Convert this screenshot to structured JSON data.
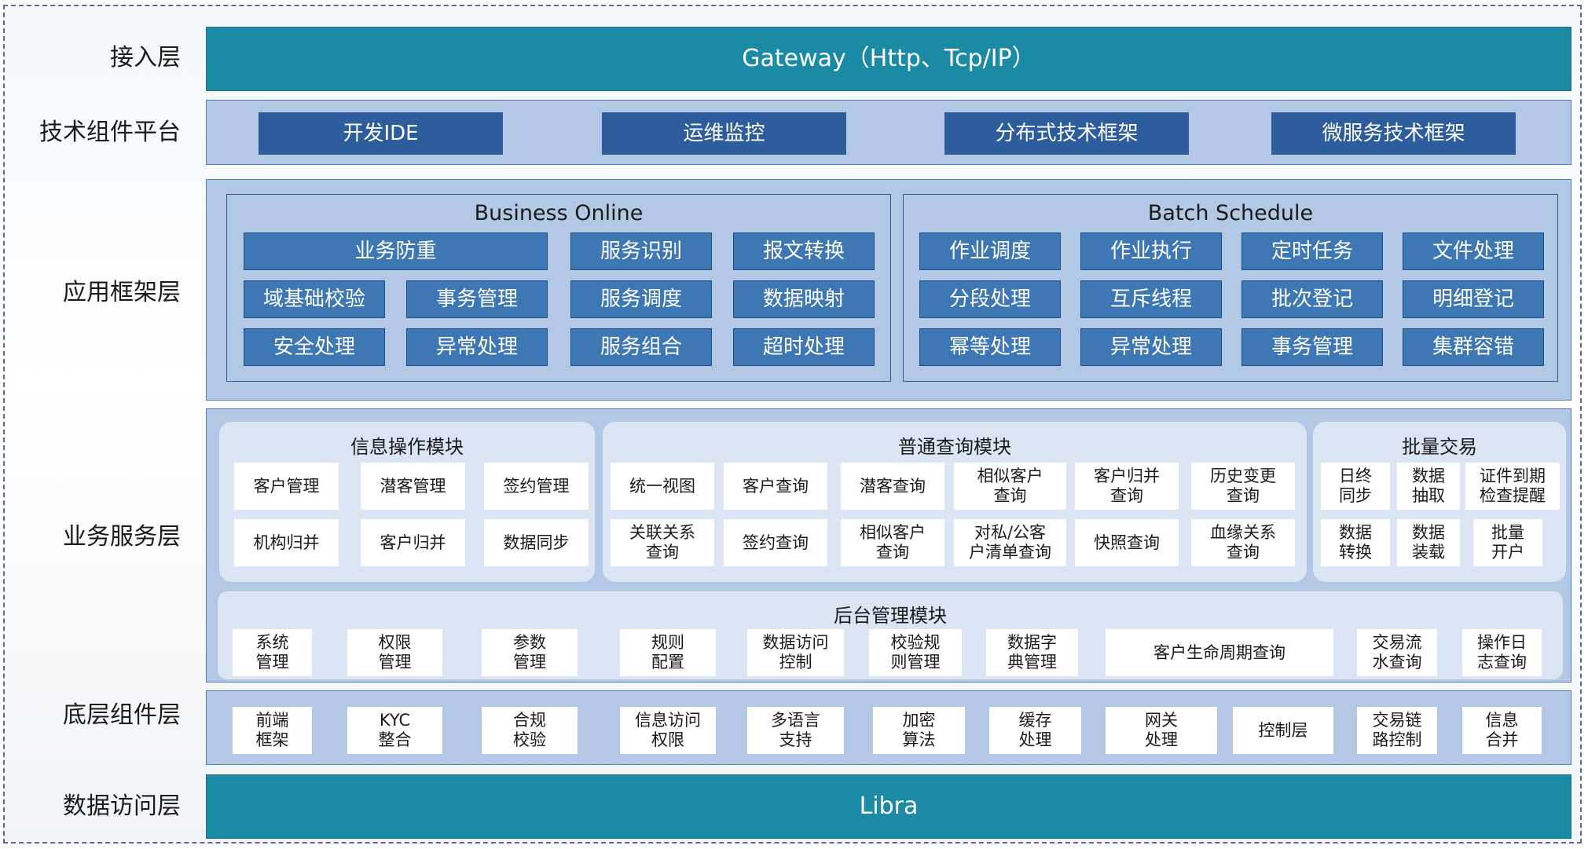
{
  "layers": {
    "access": "接入层",
    "tech": "技术组件平台",
    "app": "应用框架层",
    "biz": "业务服务层",
    "bottom": "底层组件层",
    "data": "数据访问层"
  },
  "gateway": "Gateway（Http、Tcp/IP）",
  "libra": "Libra",
  "tech_items": [
    "开发IDE",
    "运维监控",
    "分布式技术框架",
    "微服务技术框架"
  ],
  "business_online": {
    "title": "Business Online",
    "items": [
      "业务防重",
      "服务识别",
      "报文转换",
      "域基础校验",
      "事务管理",
      "服务调度",
      "数据映射",
      "安全处理",
      "异常处理",
      "服务组合",
      "超时处理"
    ]
  },
  "batch_schedule": {
    "title": "Batch Schedule",
    "items": [
      "作业调度",
      "作业执行",
      "定时任务",
      "文件处理",
      "分段处理",
      "互斥线程",
      "批次登记",
      "明细登记",
      "幂等处理",
      "异常处理",
      "事务管理",
      "集群容错"
    ]
  },
  "info_module": {
    "title": "信息操作模块",
    "items": [
      "客户管理",
      "潜客管理",
      "签约管理",
      "机构归并",
      "客户归并",
      "数据同步"
    ]
  },
  "query_module": {
    "title": "普通查询模块",
    "items": [
      "统一视图",
      "客户查询",
      "潜客查询",
      "相似客户\n查询",
      "客户归并\n查询",
      "历史变更\n查询",
      "关联关系\n查询",
      "签约查询",
      "相似客户\n查询",
      "对私/公客\n户清单查询",
      "快照查询",
      "血缘关系\n查询"
    ]
  },
  "batch_module": {
    "title": "批量交易",
    "items": [
      "日终\n同步",
      "数据\n抽取",
      "证件到期\n检查提醒",
      "数据\n转换",
      "数据\n装载",
      "批量\n开户"
    ]
  },
  "admin_module": {
    "title": "后台管理模块",
    "items": [
      "系统\n管理",
      "权限\n管理",
      "参数\n管理",
      "规则\n配置",
      "数据访问\n控制",
      "校验规\n则管理",
      "数据字\n典管理",
      "客户生命周期查询",
      "交易流\n水查询",
      "操作日\n志查询"
    ]
  },
  "bottom_items": [
    "前端\n框架",
    "KYC\n整合",
    "合规\n校验",
    "信息访问\n权限",
    "多语言\n支持",
    "加密\n算法",
    "缓存\n处理",
    "网关\n处理",
    "控制层",
    "交易链\n路控制",
    "信息\n合并"
  ]
}
